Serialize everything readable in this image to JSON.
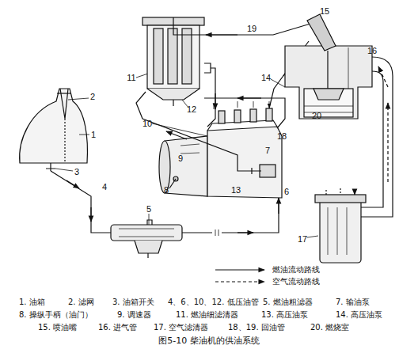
{
  "diagram": {
    "caption": "图5-10 柴油机的供油系统",
    "labels": [
      "1",
      "2",
      "3",
      "4",
      "5",
      "6",
      "7",
      "8",
      "9",
      "10",
      "11",
      "12",
      "13",
      "14",
      "15",
      "16",
      "17",
      "18",
      "19",
      "20",
      "1. 油箱",
      "2. 滤网",
      "3. 油箱开关",
      "4、6、10、12. 低压油管",
      "5. 燃油粗滤器",
      "7. 输油泵",
      "8. 操纵手柄（油门）",
      "9. 调速器",
      "11. 燃油细滤清器",
      "13. 高压油泵",
      "14. 高压油泵",
      "15. 喷油嘴",
      "16. 进气管",
      "17. 空气滤清器",
      "18、19. 回油管",
      "20. 燃烧室"
    ],
    "legend": [
      {
        "text": "燃油流动路线"
      },
      {
        "text": "空气流动路线"
      }
    ]
  }
}
